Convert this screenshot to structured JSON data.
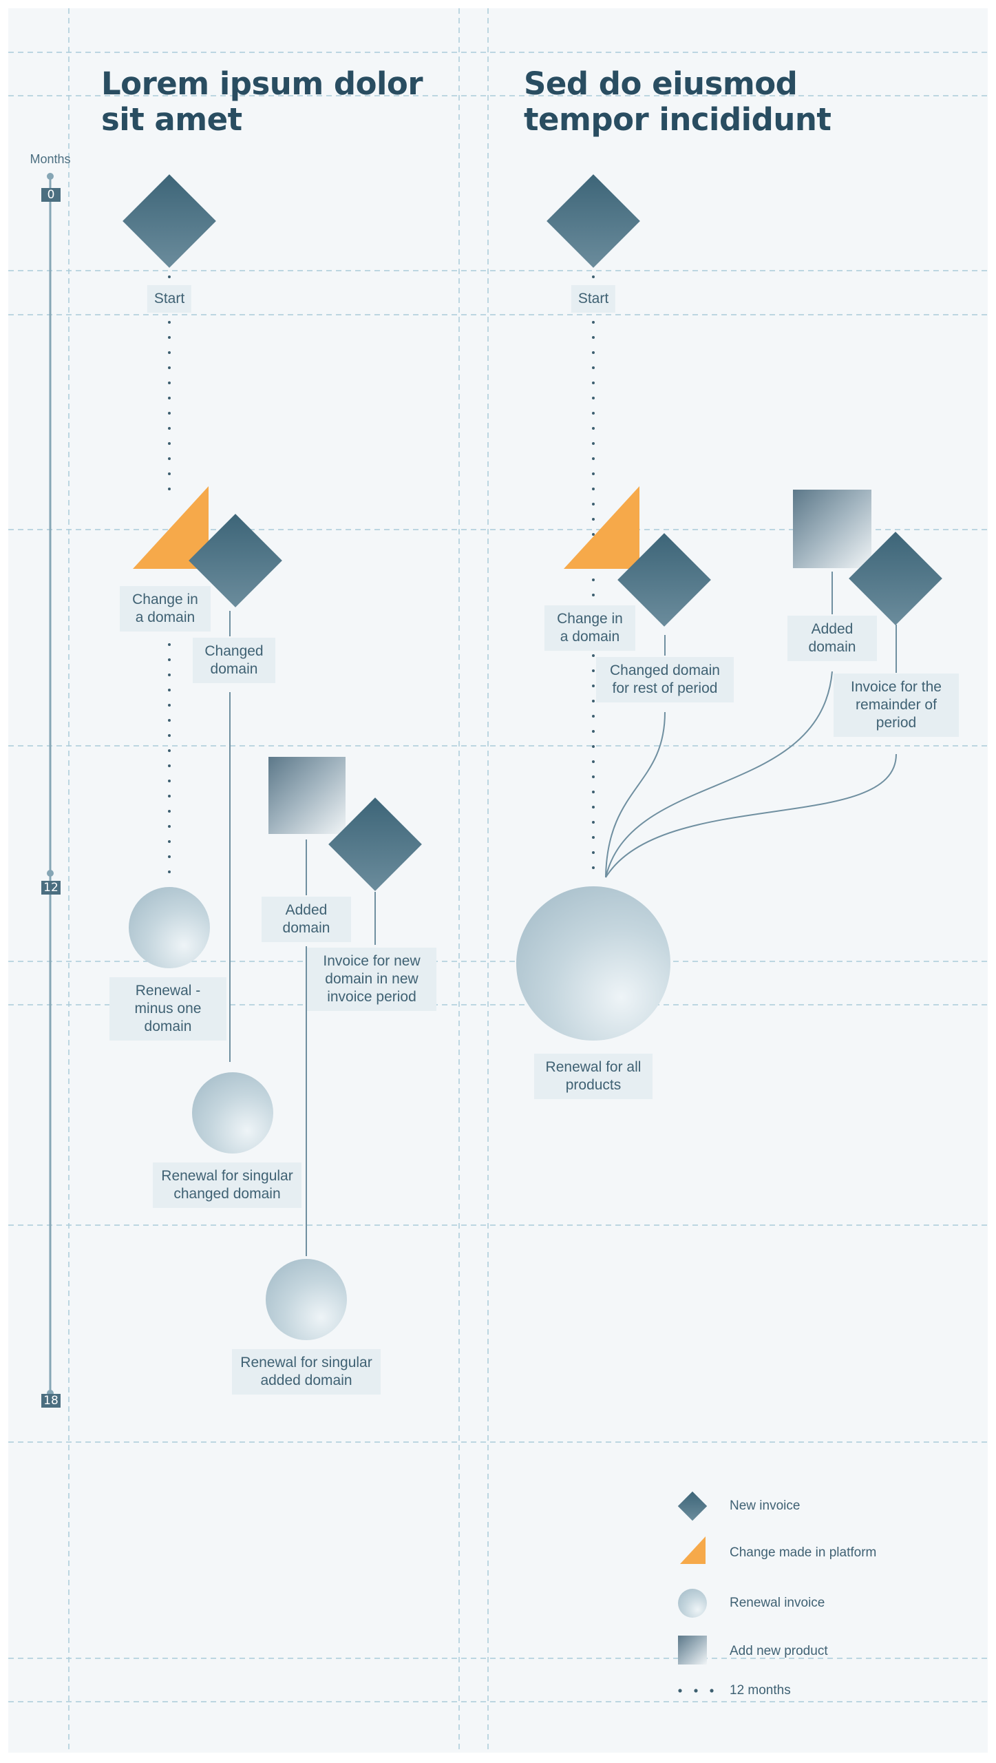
{
  "colors": {
    "background": "#f4f7f9",
    "primary": "#294d61",
    "accent": "#f6a94a",
    "line": "#6f8fa0"
  },
  "left_title": "Lorem ipsum dolor sit amet",
  "right_title": "Sed do eiusmod tempor incididunt",
  "axis": {
    "title": "Months",
    "ticks": [
      "0",
      "12",
      "18"
    ]
  },
  "left": {
    "start": "Start",
    "change_domain": "Change in a domain",
    "changed_domain": "Changed domain",
    "added_domain": "Added domain",
    "invoice_new_domain": "Invoice for new domain in new invoice period",
    "renewal_minus_one": "Renewal - minus one domain",
    "renewal_changed": "Renewal for singular changed domain",
    "renewal_added": "Renewal for singular added domain"
  },
  "right": {
    "start": "Start",
    "change_domain": "Change in a domain",
    "changed_domain_rest": "Changed domain for rest of period",
    "added_domain": "Added domain",
    "invoice_remainder": "Invoice for the remainder of period",
    "renewal_all": "Renewal for all products"
  },
  "legend": [
    {
      "icon": "diamond-icon",
      "label": "New invoice"
    },
    {
      "icon": "triangle-icon",
      "label": "Change made in platform"
    },
    {
      "icon": "circle-icon",
      "label": "Renewal invoice"
    },
    {
      "icon": "square-icon",
      "label": "Add new product"
    },
    {
      "icon": "dots-icon",
      "label": "12 months"
    }
  ]
}
